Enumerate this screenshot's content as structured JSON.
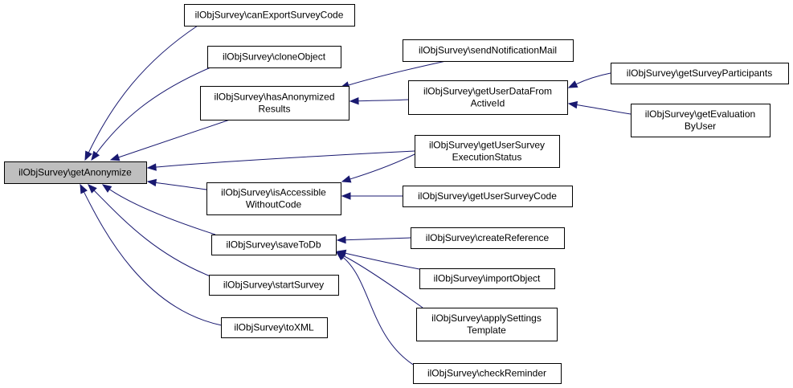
{
  "diagram": {
    "colors": {
      "edge": "#191970",
      "root_fill": "#bfbfbf",
      "node_fill": "#ffffff",
      "node_stroke": "#000000"
    },
    "nodes": [
      {
        "id": "getAnonymize",
        "lines": [
          "ilObjSurvey\\getAnonymize"
        ],
        "root": true
      },
      {
        "id": "canExportSurveyCode",
        "lines": [
          "ilObjSurvey\\canExportSurveyCode"
        ]
      },
      {
        "id": "cloneObject",
        "lines": [
          "ilObjSurvey\\cloneObject"
        ]
      },
      {
        "id": "hasAnonymizedResults",
        "lines": [
          "ilObjSurvey\\hasAnonymized",
          "Results"
        ]
      },
      {
        "id": "isAccessibleWithoutCode",
        "lines": [
          "ilObjSurvey\\isAccessible",
          "WithoutCode"
        ]
      },
      {
        "id": "saveToDb",
        "lines": [
          "ilObjSurvey\\saveToDb"
        ]
      },
      {
        "id": "startSurvey",
        "lines": [
          "ilObjSurvey\\startSurvey"
        ]
      },
      {
        "id": "toXML",
        "lines": [
          "ilObjSurvey\\toXML"
        ]
      },
      {
        "id": "sendNotificationMail",
        "lines": [
          "ilObjSurvey\\sendNotificationMail"
        ]
      },
      {
        "id": "getUserDataFromActiveId",
        "lines": [
          "ilObjSurvey\\getUserDataFrom",
          "ActiveId"
        ]
      },
      {
        "id": "getUserSurveyExecutionStatus",
        "lines": [
          "ilObjSurvey\\getUserSurvey",
          "ExecutionStatus"
        ]
      },
      {
        "id": "getUserSurveyCode",
        "lines": [
          "ilObjSurvey\\getUserSurveyCode"
        ]
      },
      {
        "id": "createReference",
        "lines": [
          "ilObjSurvey\\createReference"
        ]
      },
      {
        "id": "importObject",
        "lines": [
          "ilObjSurvey\\importObject"
        ]
      },
      {
        "id": "applySettingsTemplate",
        "lines": [
          "ilObjSurvey\\applySettings",
          "Template"
        ]
      },
      {
        "id": "checkReminder",
        "lines": [
          "ilObjSurvey\\checkReminder"
        ]
      },
      {
        "id": "getSurveyParticipants",
        "lines": [
          "ilObjSurvey\\getSurveyParticipants"
        ]
      },
      {
        "id": "getEvaluationByUser",
        "lines": [
          "ilObjSurvey\\getEvaluation",
          "ByUser"
        ]
      }
    ],
    "edges": [
      {
        "from": "canExportSurveyCode",
        "to": "getAnonymize"
      },
      {
        "from": "cloneObject",
        "to": "getAnonymize"
      },
      {
        "from": "hasAnonymizedResults",
        "to": "getAnonymize"
      },
      {
        "from": "getUserSurveyExecutionStatus",
        "to": "getAnonymize"
      },
      {
        "from": "isAccessibleWithoutCode",
        "to": "getAnonymize"
      },
      {
        "from": "saveToDb",
        "to": "getAnonymize"
      },
      {
        "from": "startSurvey",
        "to": "getAnonymize"
      },
      {
        "from": "toXML",
        "to": "getAnonymize"
      },
      {
        "from": "sendNotificationMail",
        "to": "hasAnonymizedResults"
      },
      {
        "from": "getUserDataFromActiveId",
        "to": "hasAnonymizedResults"
      },
      {
        "from": "getUserSurveyExecutionStatus",
        "to": "isAccessibleWithoutCode"
      },
      {
        "from": "getUserSurveyCode",
        "to": "isAccessibleWithoutCode"
      },
      {
        "from": "createReference",
        "to": "saveToDb"
      },
      {
        "from": "importObject",
        "to": "saveToDb"
      },
      {
        "from": "applySettingsTemplate",
        "to": "saveToDb"
      },
      {
        "from": "checkReminder",
        "to": "saveToDb"
      },
      {
        "from": "getSurveyParticipants",
        "to": "getUserDataFromActiveId"
      },
      {
        "from": "getEvaluationByUser",
        "to": "getUserDataFromActiveId"
      }
    ]
  }
}
